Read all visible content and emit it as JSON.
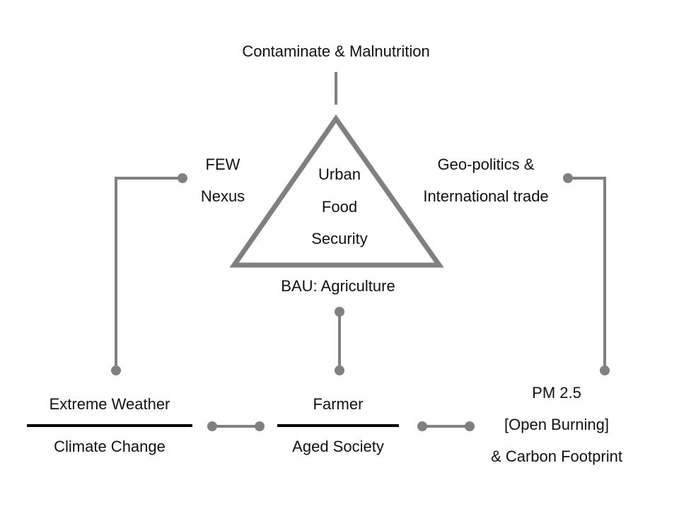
{
  "top": "Contaminate & Malnutrition",
  "center": [
    "Urban",
    "Food",
    "Security"
  ],
  "left_top": [
    "FEW",
    "Nexus"
  ],
  "right_top": [
    "Geo-politics &",
    "International trade"
  ],
  "base": "BAU: Agriculture",
  "bottom_left": {
    "upper": "Extreme Weather",
    "lower": "Climate Change"
  },
  "bottom_center": {
    "upper": "Farmer",
    "lower": "Aged Society"
  },
  "bottom_right": [
    "PM 2.5",
    "[Open Burning]",
    "& Carbon Footprint"
  ],
  "colors": {
    "connector": "#808080",
    "divider": "#000000",
    "text": "#111111"
  }
}
